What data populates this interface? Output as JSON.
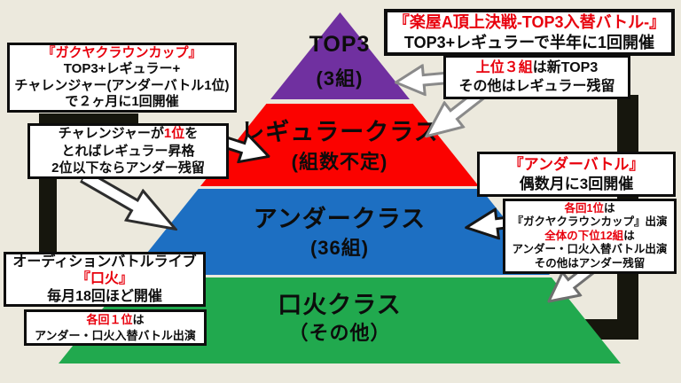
{
  "pyramid": {
    "tiers": [
      {
        "name": "TOP3",
        "count": "(3組)",
        "color": "#7030a0"
      },
      {
        "name": "レギュラークラス",
        "count": "(組数不定)",
        "color": "#fb0200"
      },
      {
        "name": "アンダークラス",
        "count": "(36組)",
        "color": "#1d6fc2"
      },
      {
        "name": "口火クラス",
        "count": "（その他）",
        "color": "#21a94e"
      }
    ]
  },
  "boxes": {
    "top_event": {
      "title": "『楽屋A頂上決戦-TOP3入替バトル-』",
      "line2": "TOP3+レギュラーで半年に1回開催"
    },
    "crown_cup": {
      "title": "『ガクヤクラウンカップ』",
      "line2": "TOP3+レギュラー+",
      "line3": "チャレンジャー(アンダーバトル1位)",
      "line4": "で２ヶ月に1回開催"
    },
    "top3_result": {
      "l1_red": "上位３組",
      "l1_black": "は新TOP3",
      "line2": "その他はレギュラー残留"
    },
    "challenger": {
      "l1_black1": "チャレンジャーが",
      "l1_red": "1位",
      "l1_black2": "を",
      "line2": "とればレギュラー昇格",
      "line3": "2位以下ならアンダー残留"
    },
    "under_battle": {
      "title": "『アンダーバトル』",
      "line2": "偶数月に3回開催"
    },
    "under_result": {
      "l1_red": "各回1位",
      "l1_black": "は",
      "line2": "『ガクヤクラウンカップ』出演",
      "l3_red": "全体の下位12組",
      "l3_black": "は",
      "line4": "アンダー・口火入替バトル出演",
      "line5": "その他はアンダー残留"
    },
    "kuchibi": {
      "line1": "オーディションバトルライブ",
      "title": "『口火』",
      "line3": "毎月18回ほど開催"
    },
    "kuchibi_result": {
      "l1_red": "各回１位",
      "l1_black": "は",
      "line2": "アンダー・口火入替バトル出演"
    }
  },
  "colors": {
    "background": "#ece9dd",
    "highlight_text": "#e8000d",
    "connector_bar": "#16160d",
    "box_border": "#0d0d0d",
    "tier_top3": "#7030a0",
    "tier_regular": "#fb0200",
    "tier_under": "#1d6fc2",
    "tier_kuchibi": "#21a94e"
  }
}
